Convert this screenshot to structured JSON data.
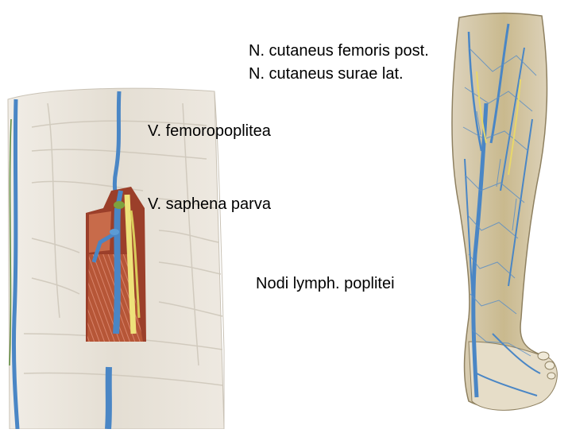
{
  "labels": {
    "n_cutaneus_femoris_post": "N. cutaneus femoris post.",
    "n_cutaneus_surae_lat": "N. cutaneus surae lat.",
    "v_femoropoplitea": "V. femoropoplitea",
    "v_saphena_parva": "V. saphena parva",
    "nodi_lymph_poplitei": "Nodi lymph. poplitei"
  },
  "colors": {
    "background": "#ffffff",
    "skin": "#e9e4da",
    "vein": "#4a86c5",
    "nerve": "#e8d86a",
    "muscle": "#b8583a",
    "text": "#000000"
  }
}
